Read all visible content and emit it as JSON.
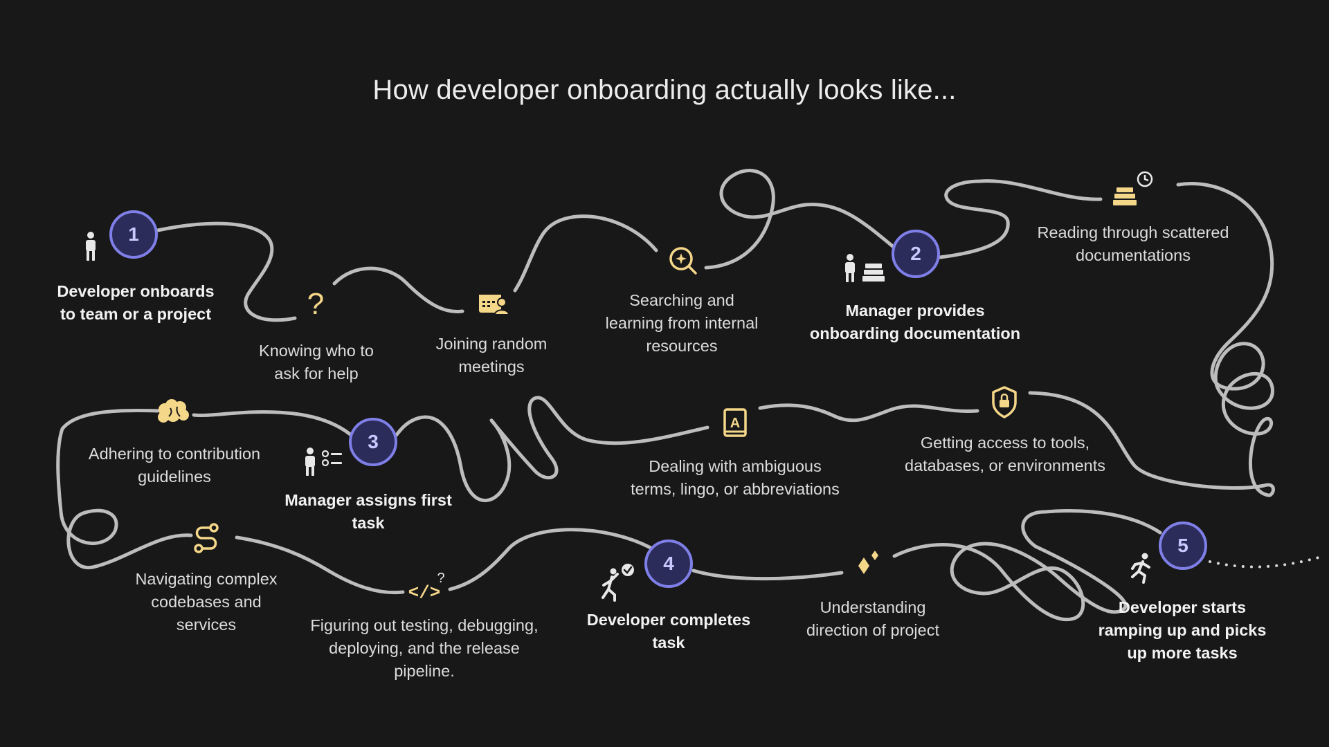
{
  "title": "How developer onboarding actually looks like...",
  "colors": {
    "background": "#181818",
    "path": "#bdbdbd",
    "badge_ring": "#7f7fe8",
    "badge_fill": "#2c2c5a",
    "icon_accent": "#f5d78a",
    "icon_white": "#e8e8e8"
  },
  "milestones": [
    {
      "number": "1",
      "label": "Developer onboards\nto team or a project"
    },
    {
      "number": "2",
      "label": "Manager provides\nonboarding documentation"
    },
    {
      "number": "3",
      "label": "Manager assigns first\ntask"
    },
    {
      "number": "4",
      "label": "Developer completes\ntask"
    },
    {
      "number": "5",
      "label": "Developer starts\nramping up and picks\nup more tasks"
    }
  ],
  "steps": [
    {
      "label": "Knowing who to\nask for help",
      "icon": "question-icon"
    },
    {
      "label": "Joining random\nmeetings",
      "icon": "meeting-icon"
    },
    {
      "label": "Searching and\nlearning from internal\nresources",
      "icon": "search-sparkle-icon"
    },
    {
      "label": "Reading through scattered\ndocumentations",
      "icon": "books-clock-icon"
    },
    {
      "label": "Getting access to tools,\ndatabases, or environments",
      "icon": "shield-lock-icon"
    },
    {
      "label": "Dealing with ambiguous\nterms, lingo, or abbreviations",
      "icon": "dictionary-icon"
    },
    {
      "label": "Adhering to contribution\nguidelines",
      "icon": "brain-icon"
    },
    {
      "label": "Navigating complex\ncodebases and\nservices",
      "icon": "route-icon"
    },
    {
      "label": "Figuring out testing, debugging,\ndeploying, and the release\npipeline.",
      "icon": "code-question-icon"
    },
    {
      "label": "Understanding\ndirection of project",
      "icon": "sparkle-icon"
    }
  ],
  "icons": {
    "m1": "person-icon",
    "m2": "person-books-icon",
    "m3": "person-checklist-icon",
    "m4": "person-check-icon",
    "m5": "runner-icon"
  },
  "glyphs": {
    "question": "?",
    "code": "</>",
    "small_question": "?",
    "dictionary_letter": "A"
  }
}
